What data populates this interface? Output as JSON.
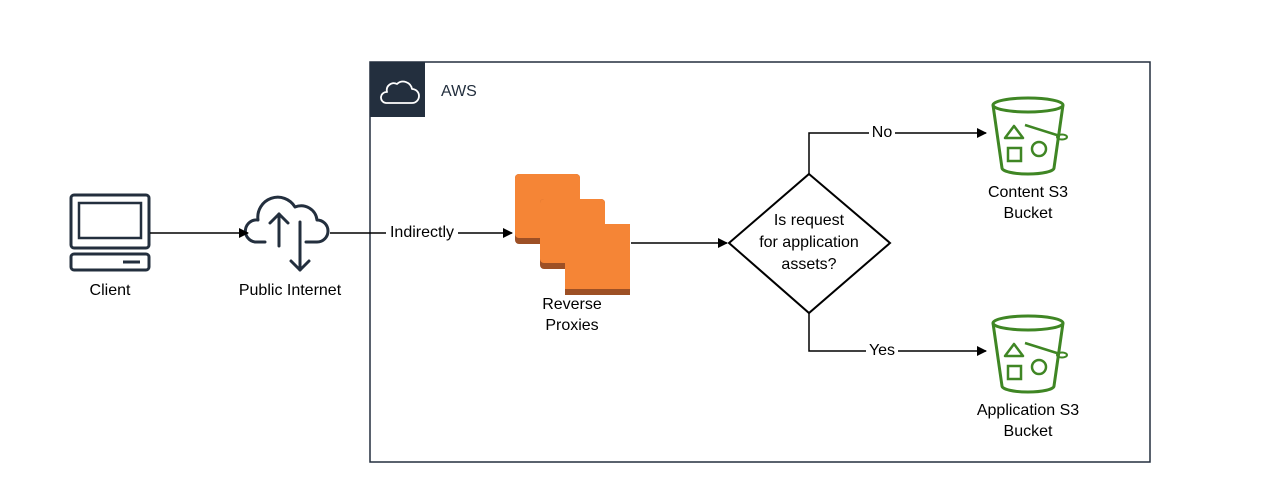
{
  "diagram": {
    "aws_group": {
      "title": "AWS"
    },
    "nodes": {
      "client": {
        "label": "Client"
      },
      "internet": {
        "label": "Public Internet"
      },
      "proxies": {
        "label_line1": "Reverse",
        "label_line2": "Proxies"
      },
      "decision": {
        "line1": "Is request",
        "line2": "for application",
        "line3": "assets?"
      },
      "content_bucket": {
        "label_line1": "Content S3",
        "label_line2": "Bucket"
      },
      "app_bucket": {
        "label_line1": "Application S3",
        "label_line2": "Bucket"
      }
    },
    "edges": {
      "internet_to_proxies": "Indirectly",
      "decision_no": "No",
      "decision_yes": "Yes"
    },
    "colors": {
      "aws_border": "#232f3e",
      "aws_header": "#232f3e",
      "proxy_orange": "#f58536",
      "proxy_shadow": "#9d5025",
      "bucket_green": "#3f8624",
      "line": "#000000"
    },
    "icons": {
      "client": "desktop-computer-icon",
      "internet": "cloud-upload-download-icon",
      "aws": "cloud-icon",
      "proxies": "server-stack-icon",
      "buckets": "s3-bucket-icon"
    }
  }
}
